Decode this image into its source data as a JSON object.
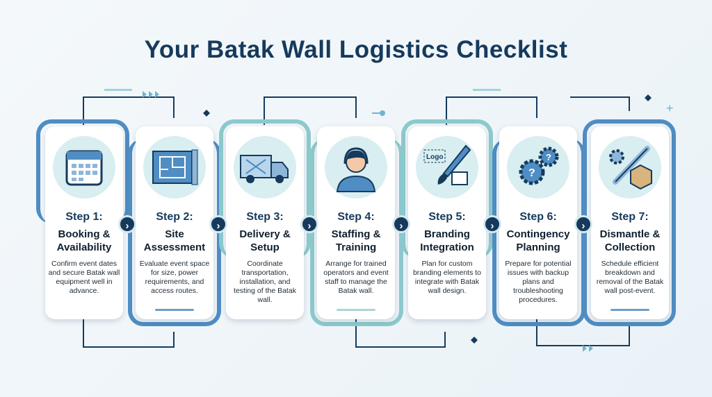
{
  "title": "Your Batak Wall Logistics Checklist",
  "steps": [
    {
      "step": "Step 1:",
      "name": "Booking & Availability",
      "desc": "Confirm event dates and secure Batak wall equipment well in advance.",
      "icon": "calendar-icon"
    },
    {
      "step": "Step 2:",
      "name": "Site Assessment",
      "desc": "Evaluate event space for size, power requirements, and access routes.",
      "icon": "blueprint-icon"
    },
    {
      "step": "Step 3:",
      "name": "Delivery & Setup",
      "desc": "Coordinate transportation, installation, and testing of the Batak wall.",
      "icon": "truck-icon"
    },
    {
      "step": "Step 4:",
      "name": "Staffing & Training",
      "desc": "Arrange for trained operators and event staff to manage the Batak wall.",
      "icon": "operator-headset-icon"
    },
    {
      "step": "Step 5:",
      "name": "Branding Integration",
      "desc": "Plan for custom branding elements to integrate with Batak wall design.",
      "icon": "paintbrush-logo-icon",
      "icon_text": "Logo"
    },
    {
      "step": "Step 6:",
      "name": "Contingency Planning",
      "desc": "Prepare for potential issues with backup plans and troubleshooting procedures.",
      "icon": "gears-question-icon"
    },
    {
      "step": "Step 7:",
      "name": "Dismantle & Collection",
      "desc": "Schedule efficient breakdown and removal of the Batak wall post-event.",
      "icon": "wrench-box-icon"
    }
  ],
  "colors": {
    "navy": "#163a5c",
    "blue": "#4f8dc3",
    "teal": "#8cc9cc",
    "icon_bg": "#d8eef0"
  }
}
